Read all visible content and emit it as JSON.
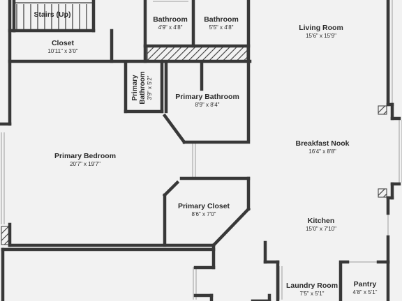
{
  "rooms": {
    "stairs": {
      "name": "Stairs (Up)"
    },
    "closet": {
      "name": "Closet",
      "dims": "10'11\" x 3'0\""
    },
    "bathroom_left": {
      "name": "Bathroom",
      "dims": "4'9\" x 4'8\""
    },
    "bathroom_right": {
      "name": "Bathroom",
      "dims": "5'5\" x 4'8\""
    },
    "living_room": {
      "name": "Living Room",
      "dims": "15'6\" x 15'9\""
    },
    "primary_bathroom_small": {
      "name_line1": "Primary",
      "name_line2": "Bathroom",
      "dims": "3'9\" x 5'2\""
    },
    "primary_bathroom": {
      "name": "Primary Bathroom",
      "dims": "8'9\" x 8'4\""
    },
    "primary_bedroom": {
      "name": "Primary Bedroom",
      "dims": "20'7\" x 19'7\""
    },
    "breakfast_nook": {
      "name": "Breakfast Nook",
      "dims": "16'4\" x 8'8\""
    },
    "primary_closet": {
      "name": "Primary Closet",
      "dims": "8'6\" x 7'0\""
    },
    "kitchen": {
      "name": "Kitchen",
      "dims": "15'0\" x 7'10\""
    },
    "laundry_room": {
      "name": "Laundry Room",
      "dims": "7'5\" x 5'1\""
    },
    "pantry": {
      "name": "Pantry",
      "dims": "4'8\" x 5'1\""
    }
  },
  "colors": {
    "wall": "#383838",
    "floor": "#f2f2f2",
    "window": "#b9b9b9",
    "text": "#2b2b2b"
  }
}
